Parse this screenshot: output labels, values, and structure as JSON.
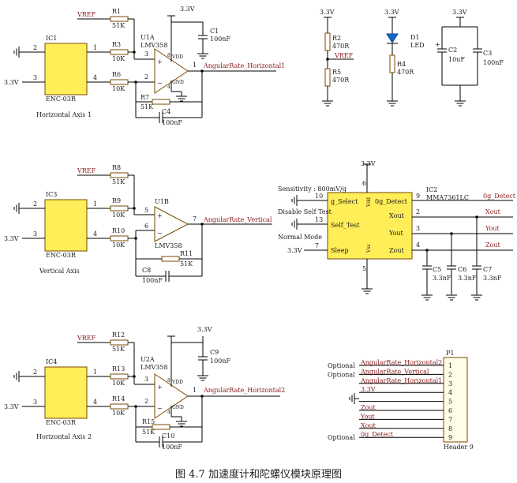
{
  "caption": "图 4.7  加速度计和陀螺仪模块原理图",
  "nets": {
    "vref": "VREF",
    "v33": "3.3V",
    "ar_h1": "AngularRate_Horizontal1",
    "ar_v": "AngularRate_Vertical",
    "ar_h2": "AngularRate_Horizontal2",
    "xout": "Xout",
    "yout": "Yout",
    "zout": "Zout",
    "gdetect": "0g_Detect"
  },
  "gyro_blocks": [
    {
      "ic": "IC1",
      "ic_part": "ENC-03R",
      "axis": "Horizontal Axis 1",
      "opamp": "U1A",
      "opamp_part": "LMV358",
      "r_vref": "R1",
      "r_vref_val": "51K",
      "r_in_plus": "R3",
      "r_in_plus_val": "10K",
      "r_in_minus": "R6",
      "r_in_minus_val": "10K",
      "r_fb": "R7",
      "r_fb_val": "51K",
      "c_fb": "C4",
      "c_fb_val": "100nF",
      "c_dec": "C1",
      "c_dec_val": "100nF",
      "pin_plus": "3",
      "pin_minus": "2",
      "pin_out": "1",
      "vdd": "VDD",
      "gnd": "GND",
      "pin_vdd": "8",
      "pin_gnd": "4",
      "ic_pin1": "1",
      "ic_pin2": "2",
      "ic_pin3": "3",
      "ic_pin4": "4"
    },
    {
      "ic": "IC3",
      "ic_part": "ENC-03R",
      "axis": "Vertical Axis",
      "opamp": "U1B",
      "opamp_part": "LMV358",
      "r_vref": "R8",
      "r_vref_val": "51K",
      "r_in_plus": "R9",
      "r_in_plus_val": "10K",
      "r_in_minus": "R10",
      "r_in_minus_val": "10K",
      "r_fb": "R11",
      "r_fb_val": "51K",
      "c_fb": "C8",
      "c_fb_val": "100nF",
      "pin_plus": "5",
      "pin_minus": "6",
      "pin_out": "7",
      "ic_pin1": "1",
      "ic_pin2": "2",
      "ic_pin3": "3",
      "ic_pin4": "4"
    },
    {
      "ic": "IC4",
      "ic_part": "ENC-03R",
      "axis": "Horizontal Axis 2",
      "opamp": "U2A",
      "opamp_part": "LMV358",
      "r_vref": "R12",
      "r_vref_val": "51K",
      "r_in_plus": "R13",
      "r_in_plus_val": "10K",
      "r_in_minus": "R14",
      "r_in_minus_val": "10K",
      "r_fb": "R15",
      "r_fb_val": "51K",
      "c_fb": "C10",
      "c_fb_val": "100nF",
      "c_dec": "C9",
      "c_dec_val": "100nF",
      "pin_plus": "3",
      "pin_minus": "2",
      "pin_out": "1",
      "vdd": "VDD",
      "gnd": "GND",
      "pin_vdd": "8",
      "pin_gnd": "4",
      "ic_pin1": "1",
      "ic_pin2": "2",
      "ic_pin3": "3",
      "ic_pin4": "4"
    }
  ],
  "vref_divider": {
    "r_top": "R2",
    "r_top_val": "470R",
    "r_bot": "R5",
    "r_bot_val": "470R"
  },
  "led": {
    "d": "D1",
    "d_label": "LED",
    "r": "R4",
    "r_val": "470R"
  },
  "bulk_caps": {
    "c2": "C2",
    "c2_val": "10uF",
    "c3": "C3",
    "c3_val": "100nF",
    "plus": "+"
  },
  "accel": {
    "ic": "IC2",
    "part": "MMA7361LC",
    "sensitivity": "Sensitivity : 800mV/g",
    "disable_self_test": "Disable Self Test",
    "normal_mode": "Normal Mode",
    "pins": [
      {
        "num": "10",
        "name": "g_Select"
      },
      {
        "num": "13",
        "name": "Self_Test"
      },
      {
        "num": "7",
        "name": "Sleep"
      },
      {
        "num": "9",
        "name": "0g_Detect"
      },
      {
        "num": "2",
        "name": "Xout"
      },
      {
        "num": "3",
        "name": "Yout"
      },
      {
        "num": "4",
        "name": "Zout"
      },
      {
        "num": "6",
        "name": "Vdd"
      },
      {
        "num": "5",
        "name": "Vss"
      }
    ],
    "caps": [
      {
        "name": "C5",
        "val": "3.3nF"
      },
      {
        "name": "C6",
        "val": "3.3nF"
      },
      {
        "name": "C7",
        "val": "3.3nF"
      }
    ]
  },
  "header": {
    "ref": "P1",
    "part": "Header 9",
    "optional": "Optional",
    "rows": [
      {
        "pin": "1",
        "net": "AngularRate_Horizontal2",
        "optional": true
      },
      {
        "pin": "2",
        "net": "AngularRate_Vertical",
        "optional": true
      },
      {
        "pin": "3",
        "net": "AngularRate_Horizontal1",
        "optional": false
      },
      {
        "pin": "4",
        "net": "3.3V",
        "optional": false
      },
      {
        "pin": "5",
        "net": "",
        "optional": false
      },
      {
        "pin": "6",
        "net": "Zout",
        "optional": false
      },
      {
        "pin": "7",
        "net": "Yout",
        "optional": false
      },
      {
        "pin": "8",
        "net": "Xout",
        "optional": false
      },
      {
        "pin": "9",
        "net": "0g_Detect",
        "optional": true
      }
    ]
  }
}
